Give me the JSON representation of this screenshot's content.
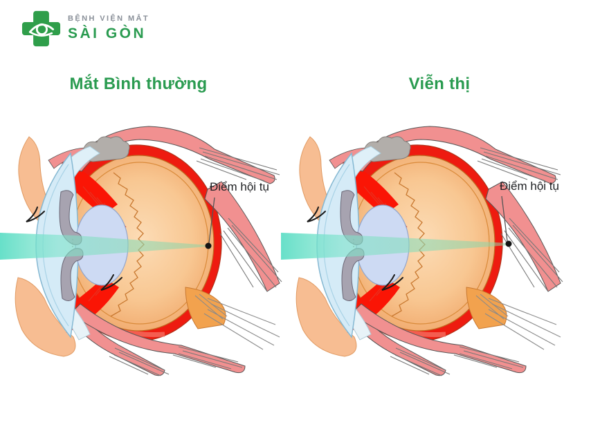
{
  "page": {
    "background": "#ffffff"
  },
  "logo": {
    "line1": "BỆNH VIỆN MẮT",
    "line2": "SÀI GÒN",
    "cross_icon": "green-medical-cross-with-eye",
    "green": "#2f9e4a",
    "gray": "#8a9099"
  },
  "headings": {
    "left": "Mắt Bình thường",
    "right": "Viễn thị",
    "color": "#2a9b50"
  },
  "diagrams": {
    "left": {
      "name": "normal-eye",
      "focal_label": "Điểm hội tụ",
      "focal_point_location": "on the retina (inside the eye)"
    },
    "right": {
      "name": "hyperopic-eye",
      "focal_label": "Điểm hội tụ",
      "focal_point_location": "behind the retina (outside the eyeball)"
    }
  },
  "palette": {
    "sclera_red": "#ee1b10",
    "ciliary_red": "#fa1505",
    "interior_orange": "#f7c491",
    "muscle_pink": "#f19090",
    "cornea_blue": "#d5ebf7",
    "lens_blue": "#cddaf3",
    "iris_gray": "#a7a3b0",
    "beam_teal": "#6fe0c8",
    "skin_peach": "#f7bd92",
    "label_text": "#202124"
  }
}
